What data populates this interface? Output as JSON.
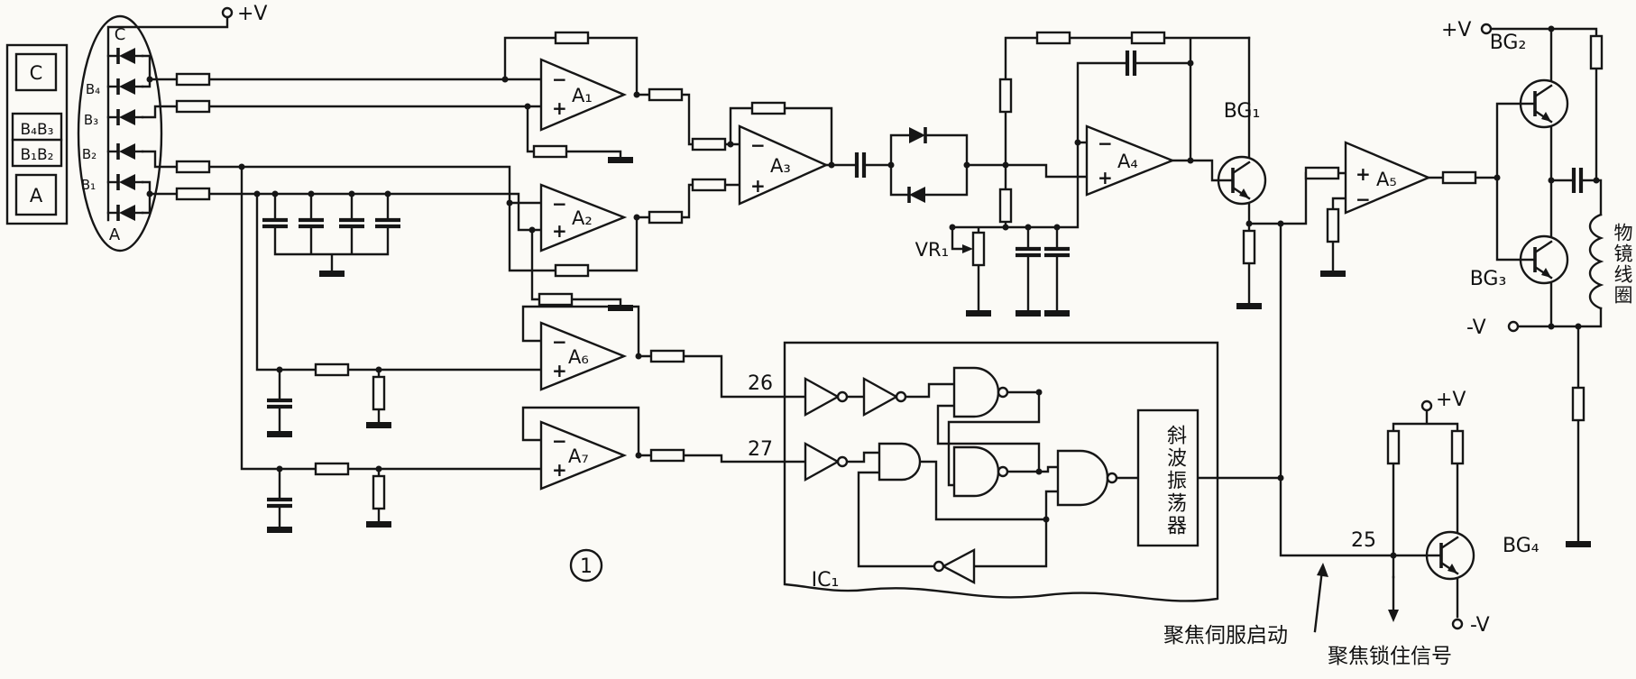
{
  "figure_label": "1",
  "power": {
    "vplus": "+V",
    "vminus": "-V"
  },
  "signs": {
    "plus": "+",
    "minus": "−"
  },
  "sensor": {
    "legend": {
      "c": "C",
      "row1": "B₄B₃",
      "row2": "B₁B₂",
      "a": "A"
    },
    "array": {
      "c": "C",
      "b4": "B₄",
      "b3": "B₃",
      "b2": "B₂",
      "b1": "B₁",
      "a": "A"
    }
  },
  "amps": {
    "a1": "A₁",
    "a2": "A₂",
    "a3": "A₃",
    "a4": "A₄",
    "a5": "A₅",
    "a6": "A₆",
    "a7": "A₇"
  },
  "transistors": {
    "bg1": "BG₁",
    "bg2": "BG₂",
    "bg3": "BG₃",
    "bg4": "BG₄"
  },
  "pot": {
    "vr1": "VR₁"
  },
  "pins": {
    "p25": "25",
    "p26": "26",
    "p27": "27"
  },
  "ic": {
    "name": "IC₁",
    "ramp_oscillator": "斜波振荡器"
  },
  "coil": {
    "label": "物镜线圈"
  },
  "signals": {
    "focus_servo_start": "聚焦伺服启动",
    "focus_lock_signal": "聚焦锁住信号"
  }
}
